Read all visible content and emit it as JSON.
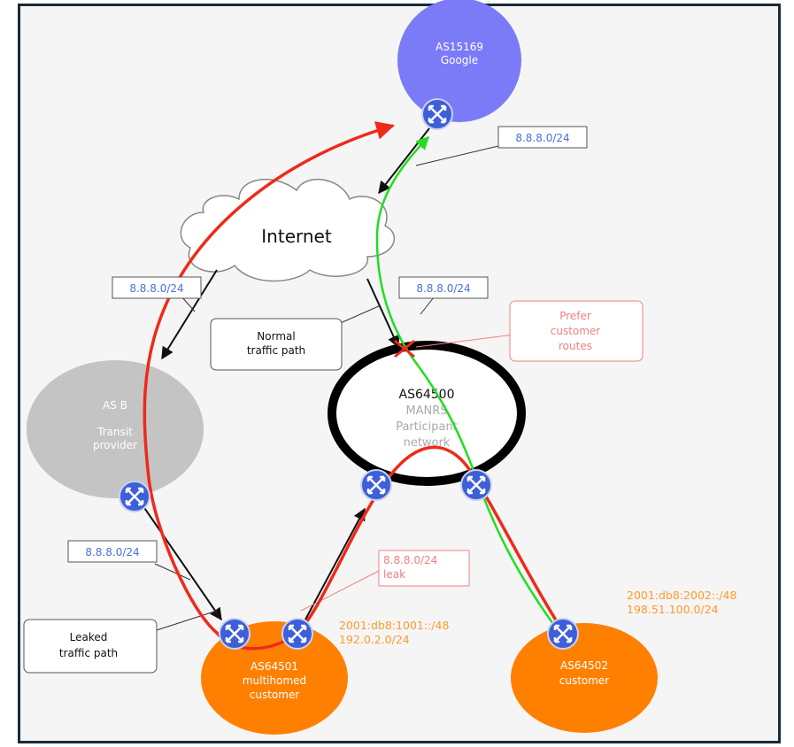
{
  "nodes": {
    "google": {
      "line1": "AS15169",
      "line2": "Google"
    },
    "internet": {
      "label": "Internet"
    },
    "asb": {
      "line1": "AS B",
      "line2": "Transit",
      "line3": "provider"
    },
    "manrs": {
      "line1": "AS64500",
      "line2": "MANRS",
      "line3": "Participant",
      "line4": "network"
    },
    "as64501": {
      "line1": "AS64501",
      "line2": "multihomed",
      "line3": "customer"
    },
    "as64502": {
      "line1": "AS64502",
      "line2": "customer"
    }
  },
  "prefix_boxes": {
    "google_prefix": "8.8.8.0/24",
    "internet_left_prefix": "8.8.8.0/24",
    "internet_right_prefix": "8.8.8.0/24",
    "asb_prefix": "8.8.8.0/24"
  },
  "callouts": {
    "normal_path": {
      "line1": "Normal",
      "line2": "traffic path"
    },
    "leaked_path": {
      "line1": "Leaked",
      "line2": "traffic path"
    },
    "prefer": {
      "line1": "Prefer",
      "line2": "customer",
      "line3": "routes"
    },
    "leak": {
      "line1": "8.8.8.0/24",
      "line2": "leak"
    }
  },
  "customer_prefixes": {
    "as64501": {
      "line1": "2001:db8:1001::/48",
      "line2": "192.0.2.0/24"
    },
    "as64502": {
      "line1": "2001:db8:2002::/48",
      "line2": "198.51.100.0/24"
    }
  },
  "colors": {
    "google": "#7b7bf7",
    "transit": "#c4c4c4",
    "customer": "#ff8000",
    "leak_path": "#ee2a1a",
    "normal_path": "#22dd22",
    "prefix_text": "#4a6fdc",
    "callout_red": "#f08080",
    "router": "#3d5fd9"
  }
}
